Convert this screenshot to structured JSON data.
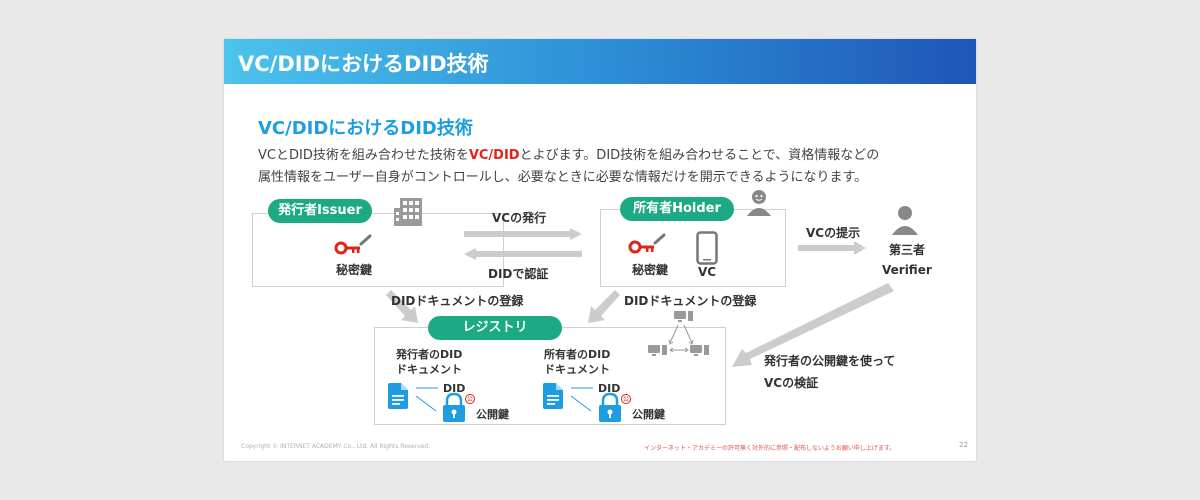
{
  "header": {
    "title": "VC/DIDにおけるDID技術"
  },
  "section": {
    "title": "VC/DIDにおけるDID技術",
    "desc_line1_pre": "VCとDID技術を組み合わせた技術を",
    "desc_line1_hl": "VC/DID",
    "desc_line1_post": "とよびます。DID技術を組み合わせることで、資格情報などの",
    "desc_line2": "属性情報をユーザー自身がコントロールし、必要なときに必要な情報だけを開示できるようになります。"
  },
  "diagram": {
    "issuer": {
      "label": "発行者Issuer",
      "key_label": "秘密鍵",
      "icon": "building-icon"
    },
    "holder": {
      "label": "所有者Holder",
      "key_label": "秘密鍵",
      "vc_label": "VC",
      "icon": "smartphone-icon"
    },
    "verifier": {
      "label_ja": "第三者",
      "label_en": "Verifier",
      "icon": "person-icon"
    },
    "arrows": {
      "issue": "VCの発行",
      "auth": "DIDで認証",
      "present": "VCの提示",
      "register_issuer": "DIDドキュメントの登録",
      "register_holder": "DIDドキュメントの登録",
      "verify_line1": "発行者の公開鍵を使って",
      "verify_line2": "VCの検証"
    },
    "registry": {
      "label": "レジストリ",
      "issuer_doc_line1": "発行者のDID",
      "issuer_doc_line2": "ドキュメント",
      "holder_doc_line1": "所有者のDID",
      "holder_doc_line2": "ドキュメント",
      "did_label": "DID",
      "pubkey_label": "公開鍵"
    },
    "colors": {
      "pill": "#1caa84",
      "key": "#e2231a",
      "doc": "#1e9ee0",
      "arrow": "#cccccc"
    }
  },
  "footer": {
    "copyright": "Copyright © INTERNET ACADEMY Co., Ltd. All Rights Reserved.",
    "notice": "インターネット・アカデミーの許可無く対外的に参照・配布しないようお願い申し上げます。",
    "page": "22"
  }
}
